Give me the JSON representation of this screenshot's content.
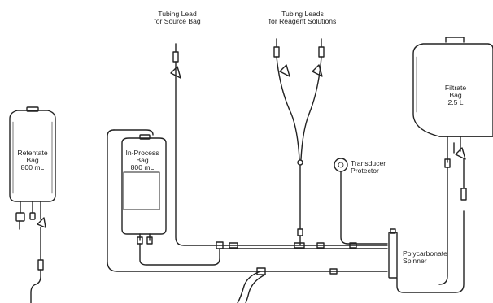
{
  "labels": {
    "tubing_source": "Tubing Lead\nfor Source Bag",
    "tubing_reagent": "Tubing Leads\nfor Reagent Solutions",
    "retentate_bag": "Retentate\nBag\n800 mL",
    "inprocess_bag": "In-Process\nBag\n800 mL",
    "filtrate_bag": "Filtrate\nBag\n2.5 L",
    "transducer": "Transducer\nProtector",
    "spinner": "Polycarbonate\nSpinner"
  },
  "colors": {
    "line": "#222222",
    "background": "#ffffff"
  }
}
